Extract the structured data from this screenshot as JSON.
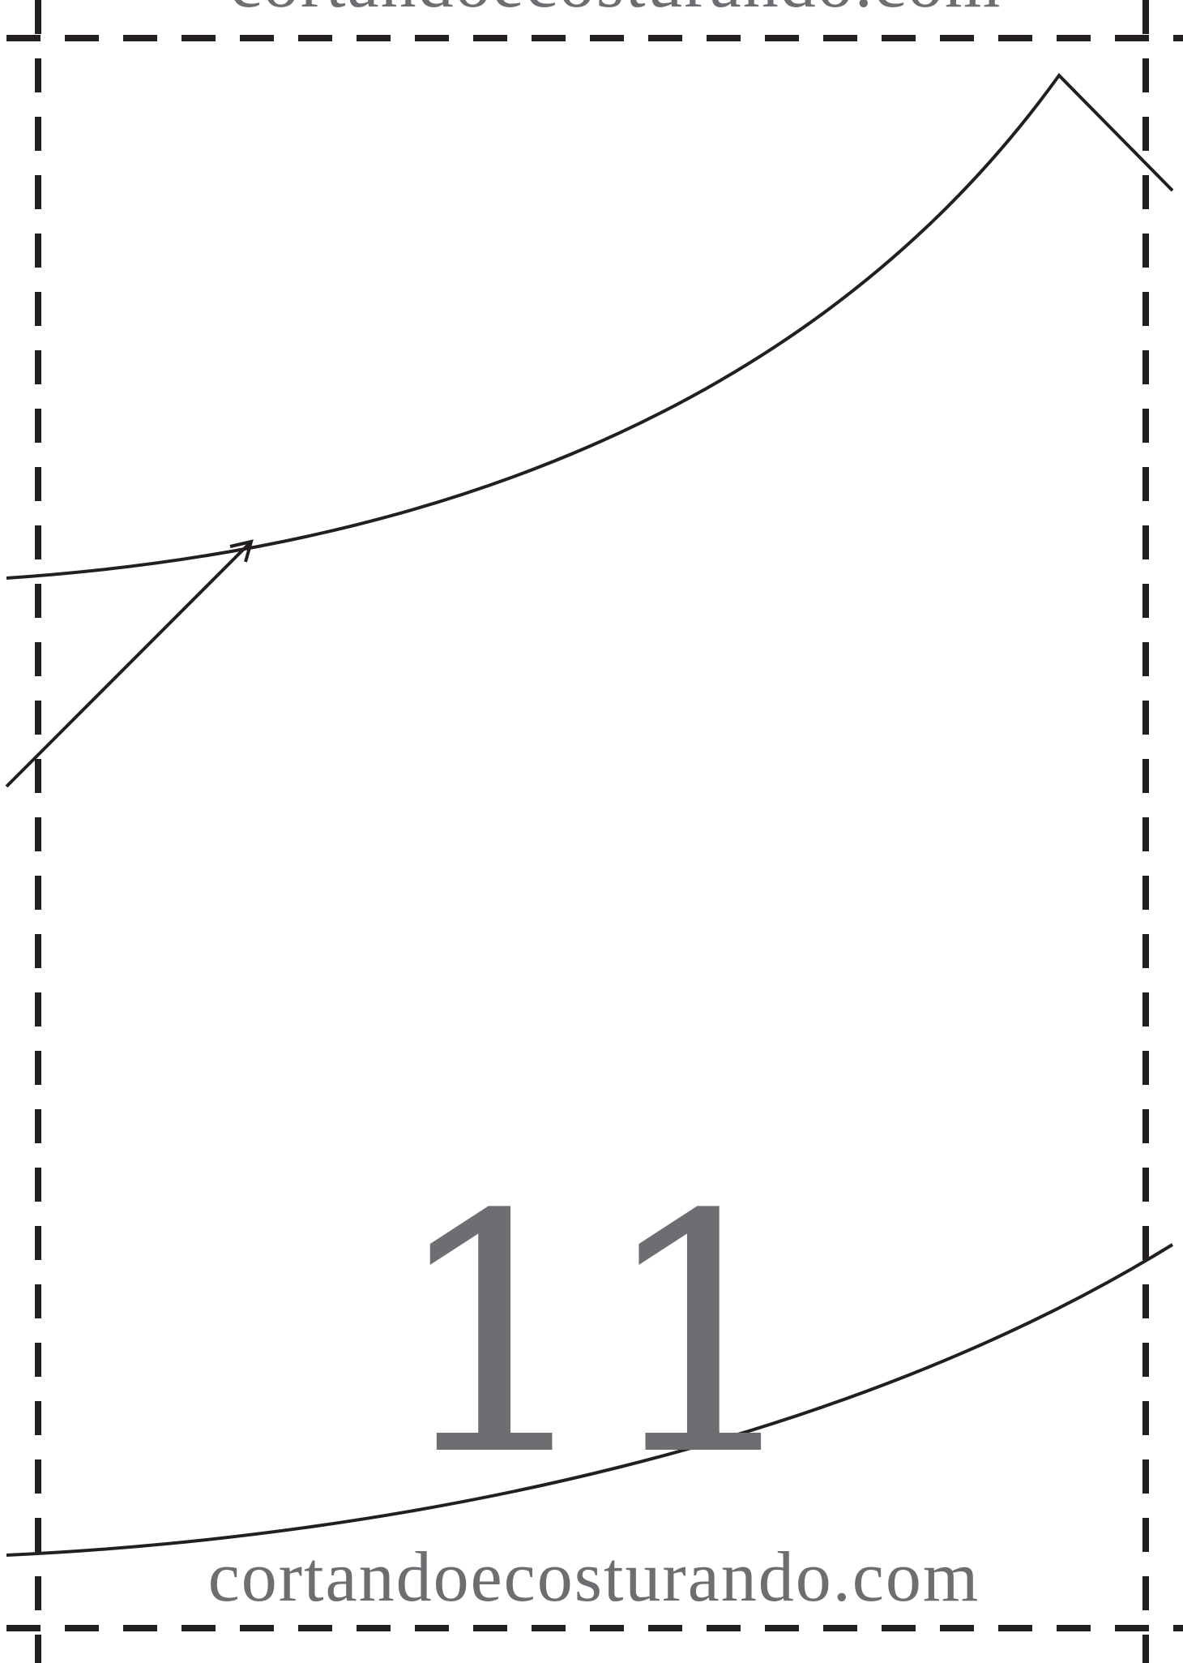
{
  "page": {
    "number": "11",
    "footer_site": "cortandoecosturando.com",
    "header_site_partial": "cortandoecosturando.com"
  },
  "colors": {
    "line": "#231f20",
    "text": "#6d6e71",
    "background": "#ffffff"
  },
  "icons": {
    "grainline": "arrow-icon"
  }
}
